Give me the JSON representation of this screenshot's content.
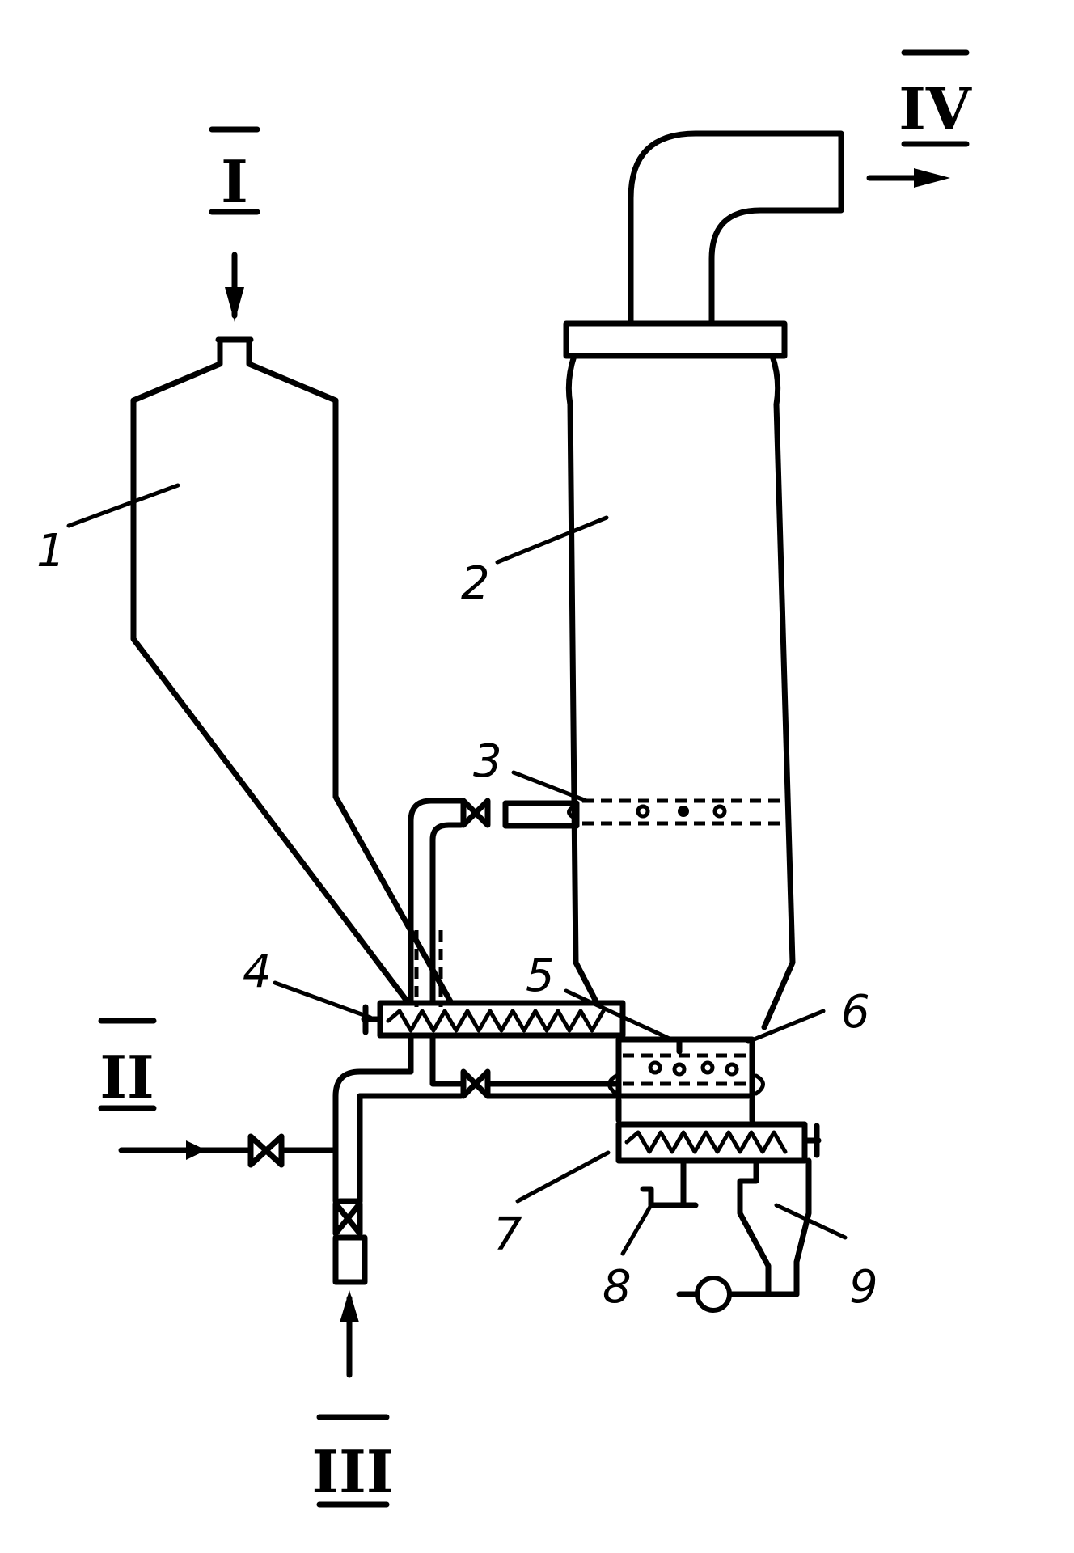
{
  "labels": {
    "part_1": "1",
    "part_2": "2",
    "part_3": "3",
    "part_4": "4",
    "part_5": "5",
    "part_6": "6",
    "part_7": "7",
    "part_8": "8",
    "part_9": "9"
  },
  "streams": {
    "stream_I": "I",
    "stream_II": "II",
    "stream_III": "III",
    "stream_IV": "IV"
  }
}
